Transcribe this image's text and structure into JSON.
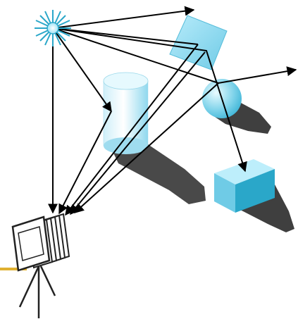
{
  "diagram": {
    "kind": "ray-tracing-scene",
    "elements": [
      "light-source",
      "tilted-square-panel",
      "cylinder",
      "sphere",
      "cube",
      "pinhole-camera",
      "tripod",
      "light-rays",
      "cast-shadows"
    ],
    "colors": {
      "object_light": "#dff6fd",
      "object_mid": "#7fd3ea",
      "object_dark": "#2aa7c9",
      "object_edge": "#1a8fb3",
      "shadow": "#3f3f3f",
      "ray": "#000000",
      "camera_frame": "#222222",
      "accent_bar": "#e0b030"
    }
  }
}
